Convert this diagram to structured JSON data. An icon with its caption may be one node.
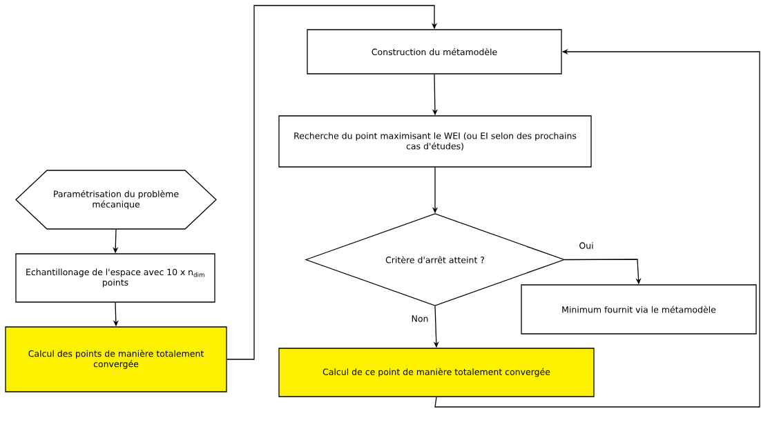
{
  "diagram": {
    "nodes": [
      {
        "text": [
          "Paramétrisation du problème mécanique"
        ]
      },
      {
        "text": [
          "Echantillonage de l'espace avec 10 x n$_{dim}$ points"
        ]
      },
      {
        "text": [
          "Calcul des points de manière totalement convergée"
        ]
      },
      {
        "text": [
          "Construction du métamodèle"
        ]
      },
      {
        "text": [
          "Recherche du point maximisant le WEI (ou EI selon des prochains cas d'études)"
        ]
      },
      {
        "text": [
          "Critère d'arrêt atteint ?"
        ]
      },
      {
        "text": [
          "Minimum fournit via le métamodèle"
        ]
      },
      {
        "text": [
          "Calcul de ce point de manière totalement convergée"
        ]
      }
    ],
    "edges": [
      {
        "from": 0,
        "to": 1,
        "arrow": "to"
      },
      {
        "from": 1,
        "to": 2,
        "arrow": "to"
      },
      {
        "from": 2,
        "to": 3,
        "arrow": "to"
      },
      {
        "from": 3,
        "to": 4,
        "arrow": "to"
      },
      {
        "from": 4,
        "to": 5,
        "arrow": "to"
      },
      {
        "from": 5,
        "to": 6,
        "arrow": "to",
        "label": "Oui"
      },
      {
        "from": 5,
        "to": 7,
        "arrow": "to",
        "label": "Non"
      },
      {
        "from": 7,
        "to": 3,
        "arrow": "to"
      }
    ]
  }
}
